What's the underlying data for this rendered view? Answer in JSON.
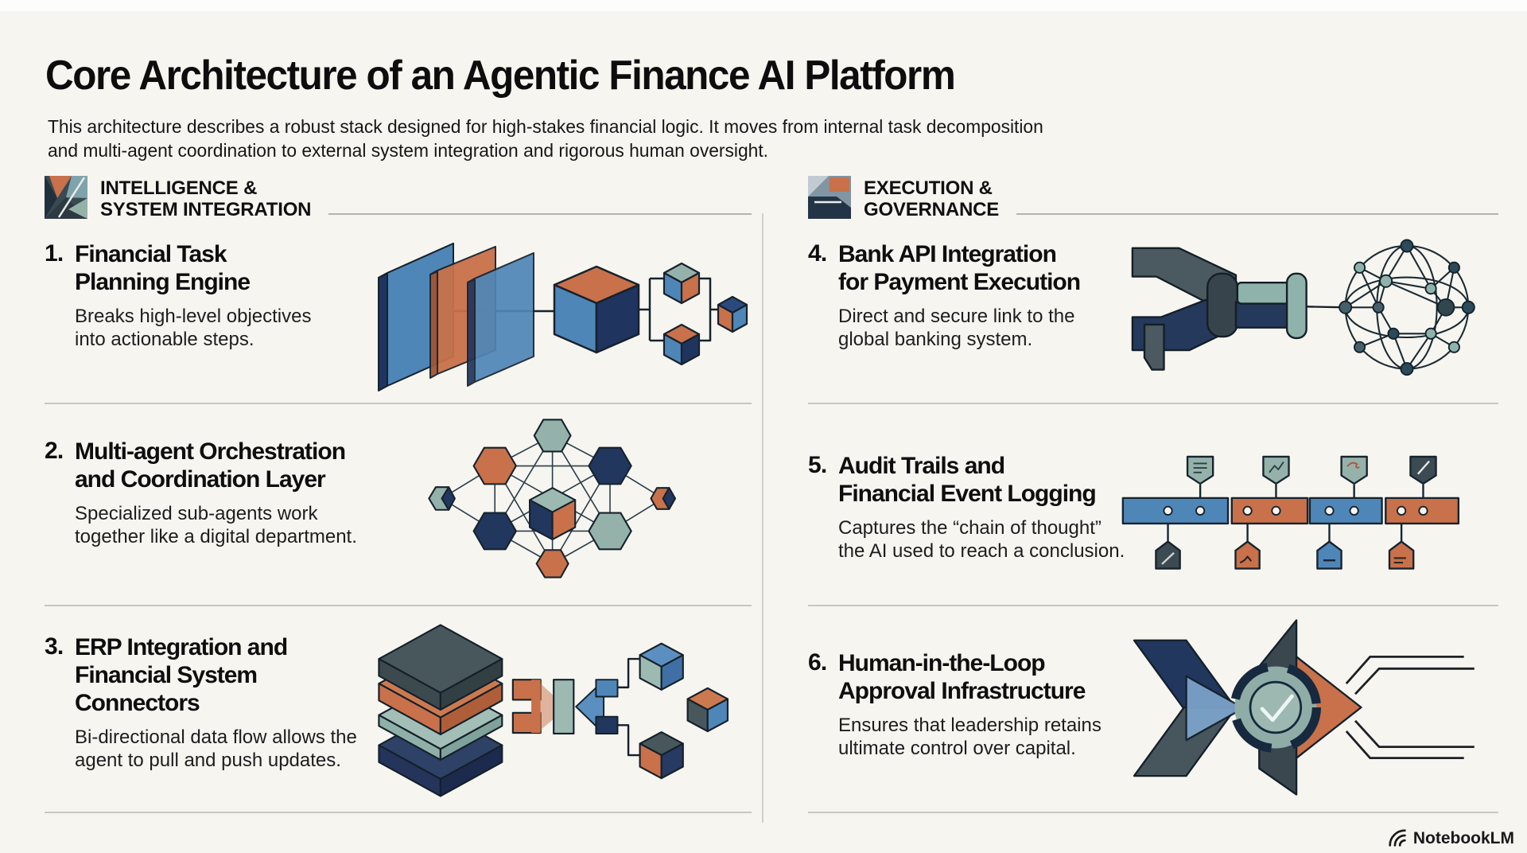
{
  "page": {
    "title": "Core Architecture of an Agentic Finance AI Platform",
    "subtitle": "This architecture describes a robust stack designed for high-stakes financial logic. It moves from internal task decomposition\nand multi-agent coordination to external system integration and rigorous human oversight."
  },
  "columns": [
    {
      "id": "intelligence-system-integration",
      "header": {
        "text": "INTELLIGENCE &\nSYSTEM INTEGRATION",
        "icon": "facet-square-icon"
      },
      "items": [
        {
          "number": "1.",
          "title": "Financial Task\nPlanning Engine",
          "description": "Breaks high-level objectives\ninto actionable steps.",
          "illustration": "panels-to-branching-cubes"
        },
        {
          "number": "2.",
          "title": "Multi-agent Orchestration\nand Coordination Layer",
          "description": "Specialized sub-agents work\ntogether like a digital department.",
          "illustration": "hexagon-agent-network"
        },
        {
          "number": "3.",
          "title": "ERP Integration and\nFinancial System\nConnectors",
          "description": "Bi-directional data flow allows the\nagent to pull and push updates.",
          "illustration": "layer-stack-connectors"
        }
      ]
    },
    {
      "id": "execution-governance",
      "header": {
        "text": "EXECUTION &\nGOVERNANCE",
        "icon": "facet-square-icon"
      },
      "items": [
        {
          "number": "4.",
          "title": "Bank API Integration\nfor Payment Execution",
          "description": "Direct and secure link to the\nglobal banking system.",
          "illustration": "plug-to-network-sphere"
        },
        {
          "number": "5.",
          "title": "Audit Trails and\nFinancial Event Logging",
          "description": "Captures the “chain of thought”\nthe AI used to reach a conclusion.",
          "illustration": "audit-timeline-tags"
        },
        {
          "number": "6.",
          "title": "Human-in-the-Loop\nApproval Infrastructure",
          "description": "Ensures that leadership retains\nultimate control over capital.",
          "illustration": "approval-arrows-seal"
        }
      ]
    }
  ],
  "footer": {
    "brand": "NotebookLM"
  },
  "colors": {
    "background": "#f6f5f0",
    "text": "#131313",
    "blue": "#4f86b8",
    "navy": "#22375e",
    "orange": "#c8714a",
    "teal": "#94b2aa",
    "slate": "#47555c",
    "divider": "#c9c6bf"
  }
}
